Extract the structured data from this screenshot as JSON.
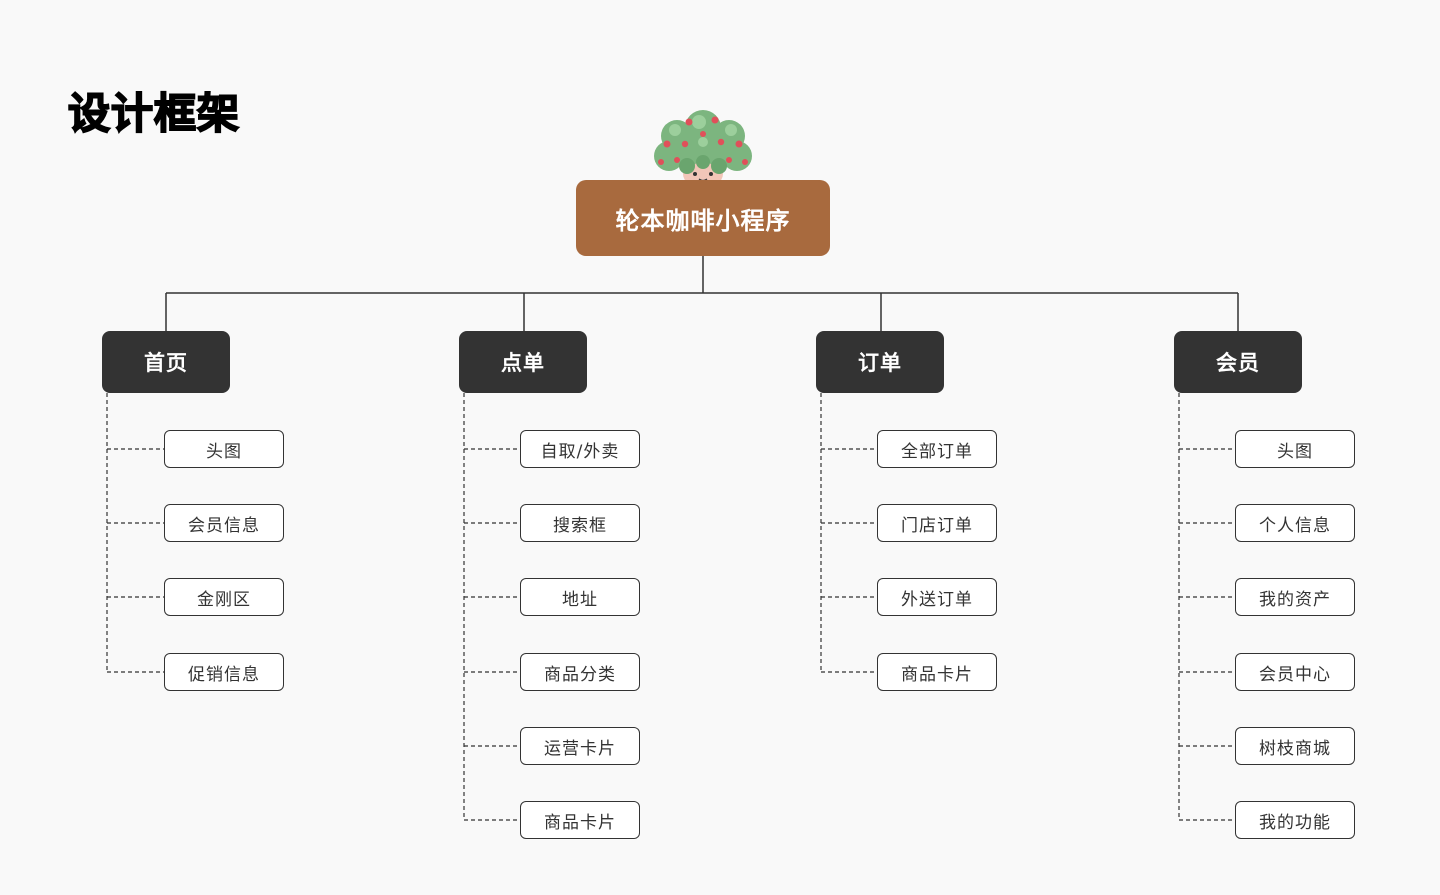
{
  "title": "设计框架",
  "root": {
    "label": "轮本咖啡小程序"
  },
  "mascot": {
    "icon": "tree-mascot-icon"
  },
  "branches": [
    {
      "label": "首页",
      "children": [
        "头图",
        "会员信息",
        "金刚区",
        "促销信息"
      ]
    },
    {
      "label": "点单",
      "children": [
        "自取/外卖",
        "搜索框",
        "地址",
        "商品分类",
        "运营卡片",
        "商品卡片"
      ]
    },
    {
      "label": "订单",
      "children": [
        "全部订单",
        "门店订单",
        "外送订单",
        "商品卡片"
      ]
    },
    {
      "label": "会员",
      "children": [
        "头图",
        "个人信息",
        "我的资产",
        "会员中心",
        "树枝商城",
        "我的功能"
      ]
    }
  ],
  "colors": {
    "background": "#f9f9f9",
    "root": "#a86a3e",
    "category": "#333333",
    "leaf_border": "#333333",
    "connector": "#333333"
  }
}
